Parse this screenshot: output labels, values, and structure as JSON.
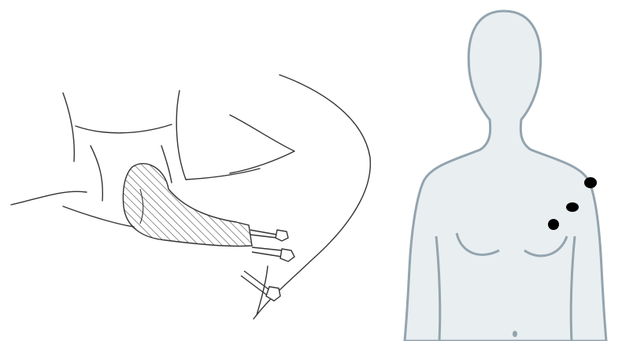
{
  "figure": {
    "panels": [
      {
        "id": "surgical-sketch",
        "depicts": "hatched-implant-with-three-trocar-ports"
      },
      {
        "id": "torso-silhouette",
        "depicts": "female-torso-with-port-markers",
        "marker_count": 3
      }
    ]
  },
  "colors": {
    "line": "#333333",
    "hatch": "#555555",
    "body_fill": "#e9eef1",
    "body_outline": "#93a4ae",
    "marker": "#000000",
    "background": "#ffffff"
  }
}
